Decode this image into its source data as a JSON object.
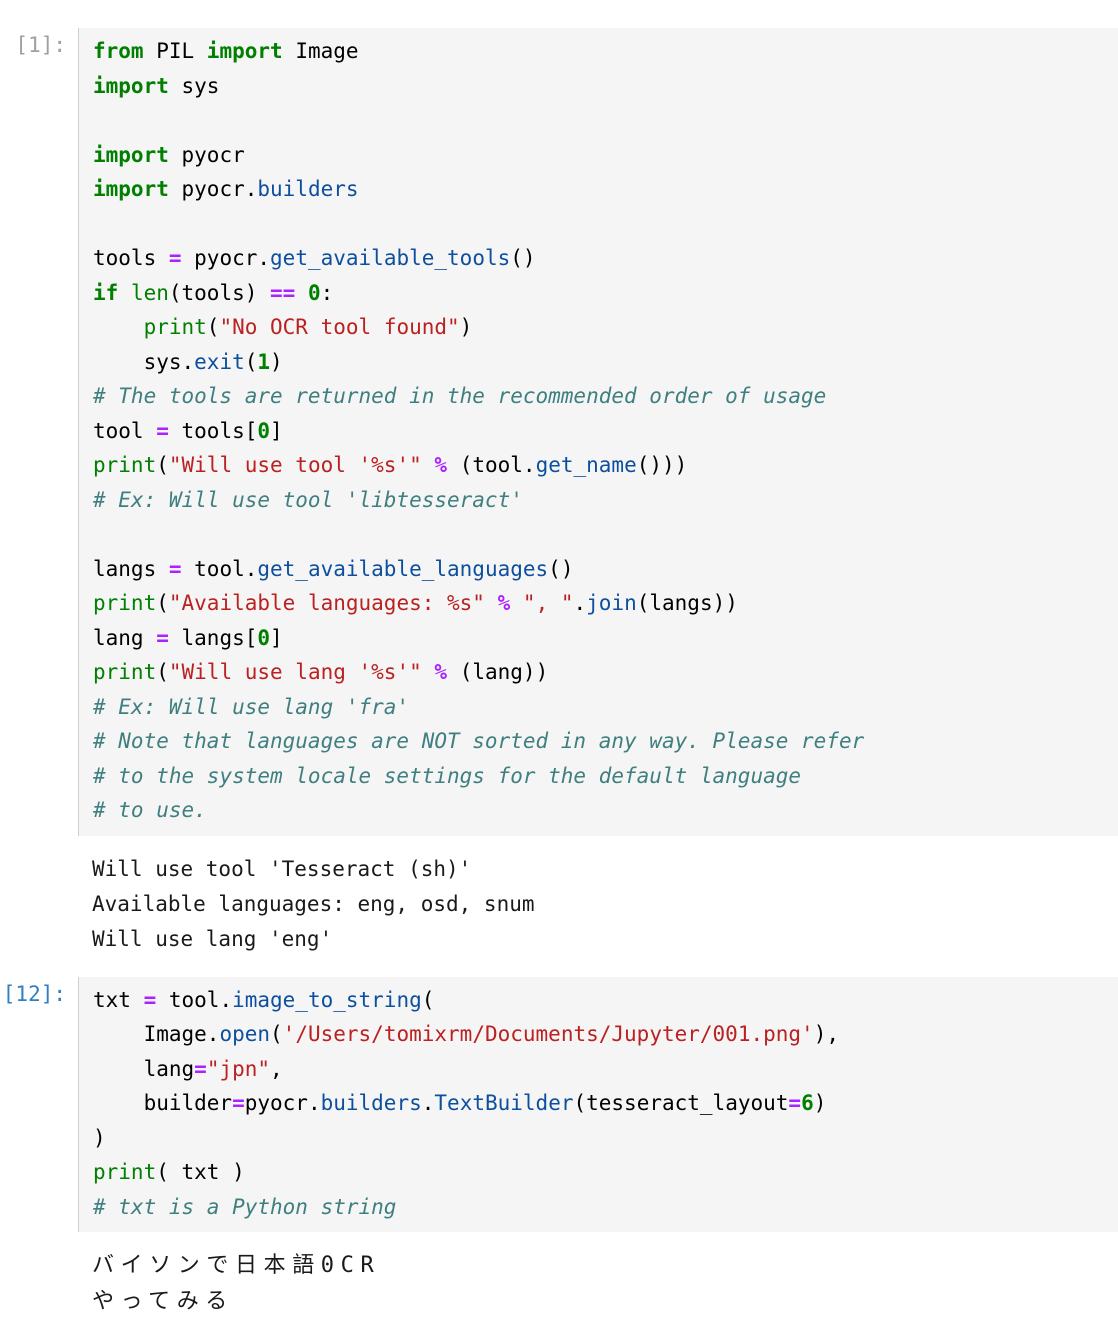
{
  "notebook": {
    "kernel_language": "python",
    "cells": [
      {
        "type": "code",
        "prompt": "[1]:",
        "prompt_state": "idle",
        "source_lines": [
          [
            {
              "t": "from ",
              "c": "k"
            },
            {
              "t": "PIL ",
              "c": "n"
            },
            {
              "t": "import ",
              "c": "k"
            },
            {
              "t": "Image",
              "c": "n"
            }
          ],
          [
            {
              "t": "import ",
              "c": "k"
            },
            {
              "t": "sys",
              "c": "n"
            }
          ],
          [],
          [
            {
              "t": "import ",
              "c": "k"
            },
            {
              "t": "pyocr",
              "c": "n"
            }
          ],
          [
            {
              "t": "import ",
              "c": "k"
            },
            {
              "t": "pyocr.",
              "c": "n"
            },
            {
              "t": "builders",
              "c": "nf"
            }
          ],
          [],
          [
            {
              "t": "tools ",
              "c": "n"
            },
            {
              "t": "=",
              "c": "o"
            },
            {
              "t": " pyocr.",
              "c": "n"
            },
            {
              "t": "get_available_tools",
              "c": "nf"
            },
            {
              "t": "()",
              "c": "n"
            }
          ],
          [
            {
              "t": "if ",
              "c": "k"
            },
            {
              "t": "len",
              "c": "nb"
            },
            {
              "t": "(tools) ",
              "c": "n"
            },
            {
              "t": "==",
              "c": "o"
            },
            {
              "t": " ",
              "c": "n"
            },
            {
              "t": "0",
              "c": "m"
            },
            {
              "t": ":",
              "c": "n"
            }
          ],
          [
            {
              "t": "    ",
              "c": "n"
            },
            {
              "t": "print",
              "c": "nb"
            },
            {
              "t": "(",
              "c": "n"
            },
            {
              "t": "\"No OCR tool found\"",
              "c": "s"
            },
            {
              "t": ")",
              "c": "n"
            }
          ],
          [
            {
              "t": "    sys.",
              "c": "n"
            },
            {
              "t": "exit",
              "c": "nf"
            },
            {
              "t": "(",
              "c": "n"
            },
            {
              "t": "1",
              "c": "m"
            },
            {
              "t": ")",
              "c": "n"
            }
          ],
          [
            {
              "t": "# The tools are returned in the recommended order of usage",
              "c": "c"
            }
          ],
          [
            {
              "t": "tool ",
              "c": "n"
            },
            {
              "t": "=",
              "c": "o"
            },
            {
              "t": " tools[",
              "c": "n"
            },
            {
              "t": "0",
              "c": "m"
            },
            {
              "t": "]",
              "c": "n"
            }
          ],
          [
            {
              "t": "print",
              "c": "nb"
            },
            {
              "t": "(",
              "c": "n"
            },
            {
              "t": "\"Will use tool '%s'\"",
              "c": "s"
            },
            {
              "t": " ",
              "c": "n"
            },
            {
              "t": "%",
              "c": "o"
            },
            {
              "t": " (tool.",
              "c": "n"
            },
            {
              "t": "get_name",
              "c": "nf"
            },
            {
              "t": "()))",
              "c": "n"
            }
          ],
          [
            {
              "t": "# Ex: Will use tool 'libtesseract'",
              "c": "c"
            }
          ],
          [],
          [
            {
              "t": "langs ",
              "c": "n"
            },
            {
              "t": "=",
              "c": "o"
            },
            {
              "t": " tool.",
              "c": "n"
            },
            {
              "t": "get_available_languages",
              "c": "nf"
            },
            {
              "t": "()",
              "c": "n"
            }
          ],
          [
            {
              "t": "print",
              "c": "nb"
            },
            {
              "t": "(",
              "c": "n"
            },
            {
              "t": "\"Available languages: %s\"",
              "c": "s"
            },
            {
              "t": " ",
              "c": "n"
            },
            {
              "t": "%",
              "c": "o"
            },
            {
              "t": " ",
              "c": "n"
            },
            {
              "t": "\", \"",
              "c": "s"
            },
            {
              "t": ".",
              "c": "n"
            },
            {
              "t": "join",
              "c": "nf"
            },
            {
              "t": "(langs))",
              "c": "n"
            }
          ],
          [
            {
              "t": "lang ",
              "c": "n"
            },
            {
              "t": "=",
              "c": "o"
            },
            {
              "t": " langs[",
              "c": "n"
            },
            {
              "t": "0",
              "c": "m"
            },
            {
              "t": "]",
              "c": "n"
            }
          ],
          [
            {
              "t": "print",
              "c": "nb"
            },
            {
              "t": "(",
              "c": "n"
            },
            {
              "t": "\"Will use lang '%s'\"",
              "c": "s"
            },
            {
              "t": " ",
              "c": "n"
            },
            {
              "t": "%",
              "c": "o"
            },
            {
              "t": " (lang))",
              "c": "n"
            }
          ],
          [
            {
              "t": "# Ex: Will use lang 'fra'",
              "c": "c"
            }
          ],
          [
            {
              "t": "# Note that languages are NOT sorted in any way. Please refer",
              "c": "c"
            }
          ],
          [
            {
              "t": "# to the system locale settings for the default language",
              "c": "c"
            }
          ],
          [
            {
              "t": "# to use.",
              "c": "c"
            }
          ]
        ],
        "output": {
          "type": "stream",
          "script": "latin",
          "lines": [
            "Will use tool 'Tesseract (sh)'",
            "Available languages: eng, osd, snum",
            "Will use lang 'eng'"
          ]
        }
      },
      {
        "type": "code",
        "prompt": "[12]:",
        "prompt_state": "active",
        "source_lines": [
          [
            {
              "t": "txt ",
              "c": "n"
            },
            {
              "t": "=",
              "c": "o"
            },
            {
              "t": " tool.",
              "c": "n"
            },
            {
              "t": "image_to_string",
              "c": "nf"
            },
            {
              "t": "(",
              "c": "n"
            }
          ],
          [
            {
              "t": "    Image.",
              "c": "n"
            },
            {
              "t": "open",
              "c": "nf"
            },
            {
              "t": "(",
              "c": "n"
            },
            {
              "t": "'/Users/tomixrm/Documents/Jupyter/001.png'",
              "c": "s"
            },
            {
              "t": "),",
              "c": "n"
            }
          ],
          [
            {
              "t": "    lang",
              "c": "n"
            },
            {
              "t": "=",
              "c": "o"
            },
            {
              "t": "\"jpn\"",
              "c": "s"
            },
            {
              "t": ",",
              "c": "n"
            }
          ],
          [
            {
              "t": "    builder",
              "c": "n"
            },
            {
              "t": "=",
              "c": "o"
            },
            {
              "t": "pyocr.",
              "c": "n"
            },
            {
              "t": "builders",
              "c": "nf"
            },
            {
              "t": ".",
              "c": "n"
            },
            {
              "t": "TextBuilder",
              "c": "nf"
            },
            {
              "t": "(tesseract_layout",
              "c": "n"
            },
            {
              "t": "=",
              "c": "o"
            },
            {
              "t": "6",
              "c": "m"
            },
            {
              "t": ")",
              "c": "n"
            }
          ],
          [
            {
              "t": ")",
              "c": "n"
            }
          ],
          [
            {
              "t": "print",
              "c": "nb"
            },
            {
              "t": "( txt )",
              "c": "n"
            }
          ],
          [
            {
              "t": "# txt is a Python string",
              "c": "c"
            }
          ]
        ],
        "output": {
          "type": "stream",
          "script": "cjk",
          "lines": [
            "バイソンで日本語0CR",
            "やってみる"
          ]
        }
      }
    ]
  },
  "theme": {
    "cell_background": "#f5f5f5",
    "output_background": "#ffffff",
    "prompt_idle_color": "#a0a0a0",
    "prompt_active_color": "#307fc1",
    "keyword_color": "#007f00",
    "builtin_color": "#008000",
    "function_color": "#0d4f9e",
    "string_color": "#ba2121",
    "comment_color": "#3f7f7f",
    "operator_color": "#aa22ff",
    "number_color": "#008000",
    "text_color": "#000000"
  }
}
